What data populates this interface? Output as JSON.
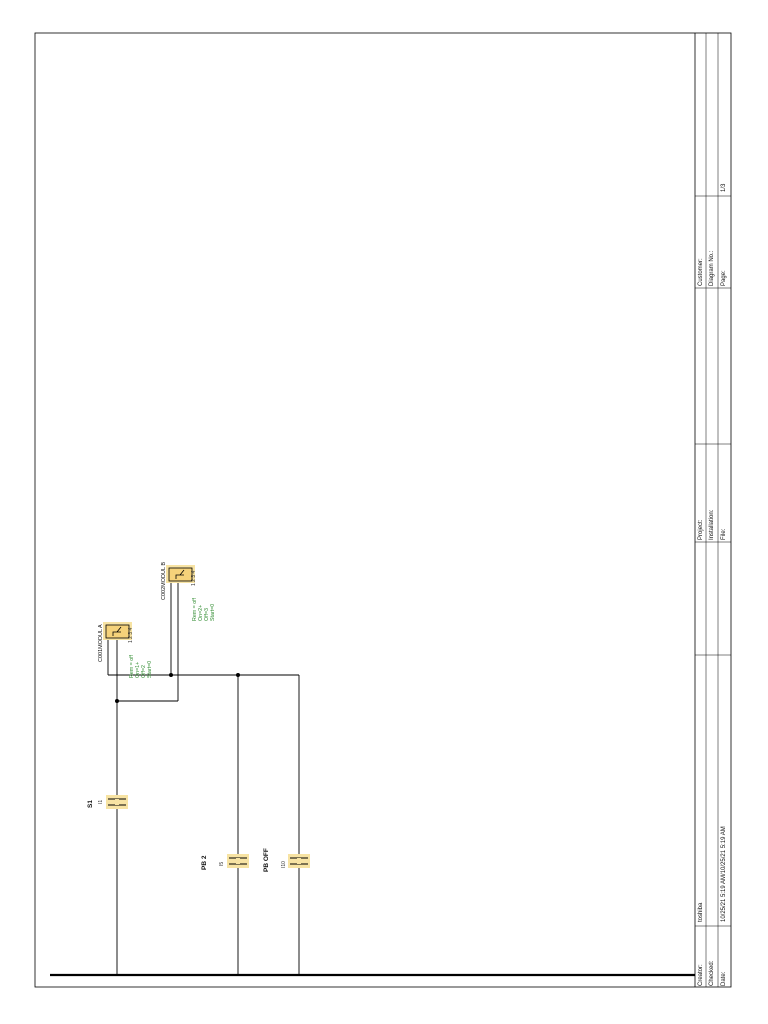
{
  "title_block": {
    "creator_label": "Creator:",
    "creator_value": "toshiba",
    "checked_label": "Checked:",
    "date_label": "Date:",
    "date_value": "10/25/21 5:19 AM/10/25/21 5:19 AM",
    "project_label": "Project:",
    "installation_label": "Installation:",
    "file_label": "File:",
    "customer_label": "Customer:",
    "diagram_label": "Diagram No.:",
    "page_label": "Page:",
    "page_value": "1/3"
  },
  "contacts": {
    "s1": {
      "label": "S1",
      "address": "I1"
    },
    "pb2": {
      "label": "PB 2",
      "address": "I5"
    },
    "pboff": {
      "label": "PB OFF",
      "address": "I10"
    }
  },
  "modules": {
    "module_a": {
      "label": "C001MODUL A",
      "pins": "1 2 3 4"
    },
    "module_b": {
      "label": "C002MODUL B",
      "pins": "1 2 3 4"
    }
  },
  "params_a": [
    "Rem = off",
    "On=1+",
    "Off=2",
    "Start=0"
  ],
  "params_b": [
    "Rem = off",
    "On=2+",
    "Off=3",
    "Start=0"
  ],
  "colors": {
    "line": "#000000",
    "highlight": "#f7e3a3",
    "module_fill": "#f5d27a",
    "param_text": "#2e8b2e"
  }
}
